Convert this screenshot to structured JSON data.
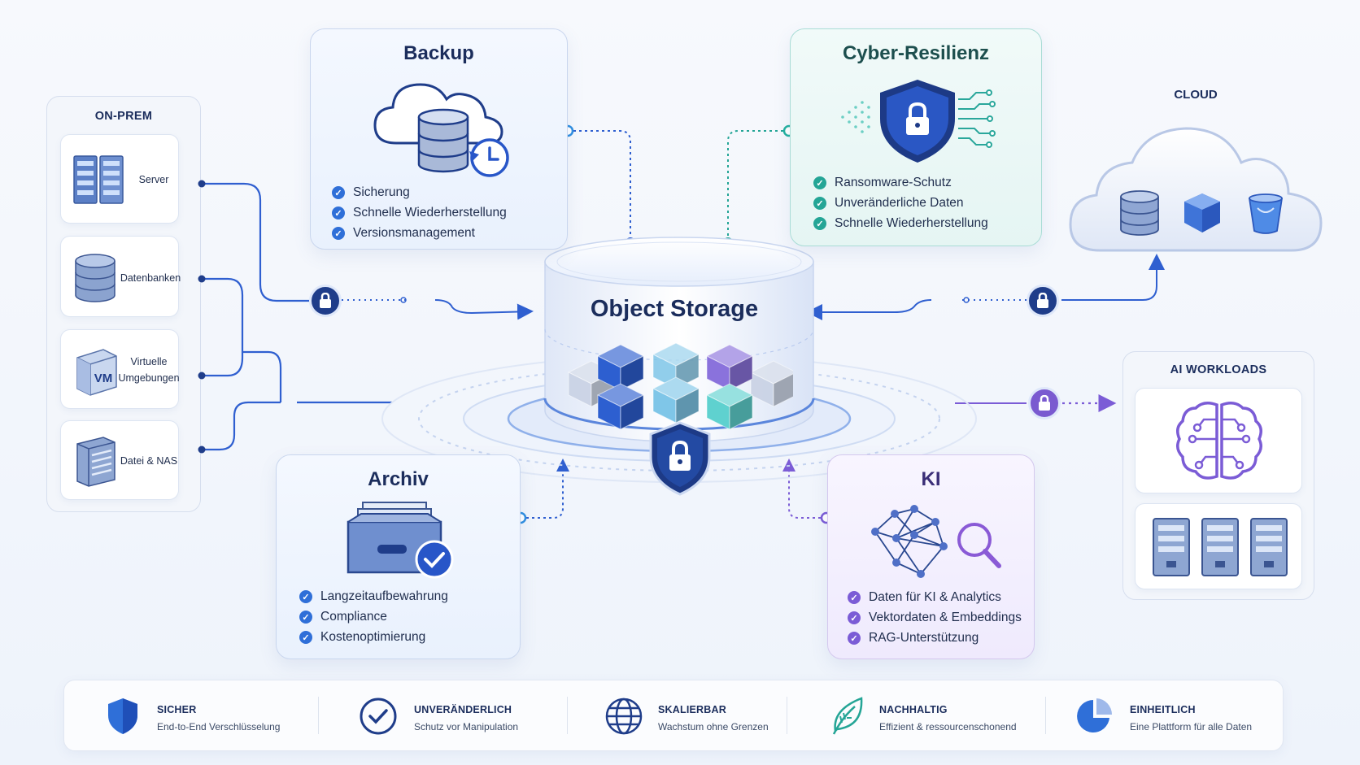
{
  "center": {
    "title": "Object Storage"
  },
  "on_prem": {
    "title": "ON-PREM",
    "items": [
      {
        "label": "Server",
        "icon": "server-rack-icon"
      },
      {
        "label": "Datenbanken",
        "icon": "database-icon"
      },
      {
        "label_line1": "Virtuelle",
        "label_line2": "Umgebungen",
        "icon": "vm-box-icon",
        "icon_text": "VM"
      },
      {
        "label": "Datei & NAS",
        "icon": "file-storage-icon"
      }
    ]
  },
  "cloud": {
    "title": "CLOUD"
  },
  "ai_workloads": {
    "title": "AI WORKLOADS"
  },
  "cards": {
    "backup": {
      "title": "Backup",
      "features": [
        "Sicherung",
        "Schnelle Wiederherstellung",
        "Versionsmanagement"
      ]
    },
    "cyber": {
      "title": "Cyber-Resilienz",
      "features": [
        "Ransomware-Schutz",
        "Unveränderliche Daten",
        "Schnelle Wiederherstellung"
      ]
    },
    "archiv": {
      "title": "Archiv",
      "features": [
        "Langzeitaufbewahrung",
        "Compliance",
        "Kostenoptimierung"
      ]
    },
    "ki": {
      "title": "KI",
      "features": [
        "Daten für KI & Analytics",
        "Vektordaten & Embeddings",
        "RAG-Unterstützung"
      ]
    }
  },
  "bottom_bar": [
    {
      "title": "SICHER",
      "subtitle": "End-to-End Verschlüsselung",
      "icon": "shield-icon"
    },
    {
      "title": "UNVERÄNDERLICH",
      "subtitle": "Schutz vor Manipulation",
      "icon": "check-circle-icon"
    },
    {
      "title": "SKALIERBAR",
      "subtitle": "Wachstum ohne Grenzen",
      "icon": "globe-icon"
    },
    {
      "title": "NACHHALTIG",
      "subtitle": "Effizient & ressourcenschonend",
      "icon": "leaf-icon"
    },
    {
      "title": "EINHEITLICH",
      "subtitle": "Eine Plattform für alle Daten",
      "icon": "pie-chart-icon"
    }
  ],
  "colors": {
    "navy": "#1b2d5c",
    "blue": "#2f6fd8",
    "teal": "#24a596",
    "violet": "#7b5cd6",
    "cube_blue": "#2d5fd0",
    "cube_light": "#7fc6e8",
    "cube_teal": "#5fd1cf",
    "cube_purple": "#8a72dc"
  }
}
